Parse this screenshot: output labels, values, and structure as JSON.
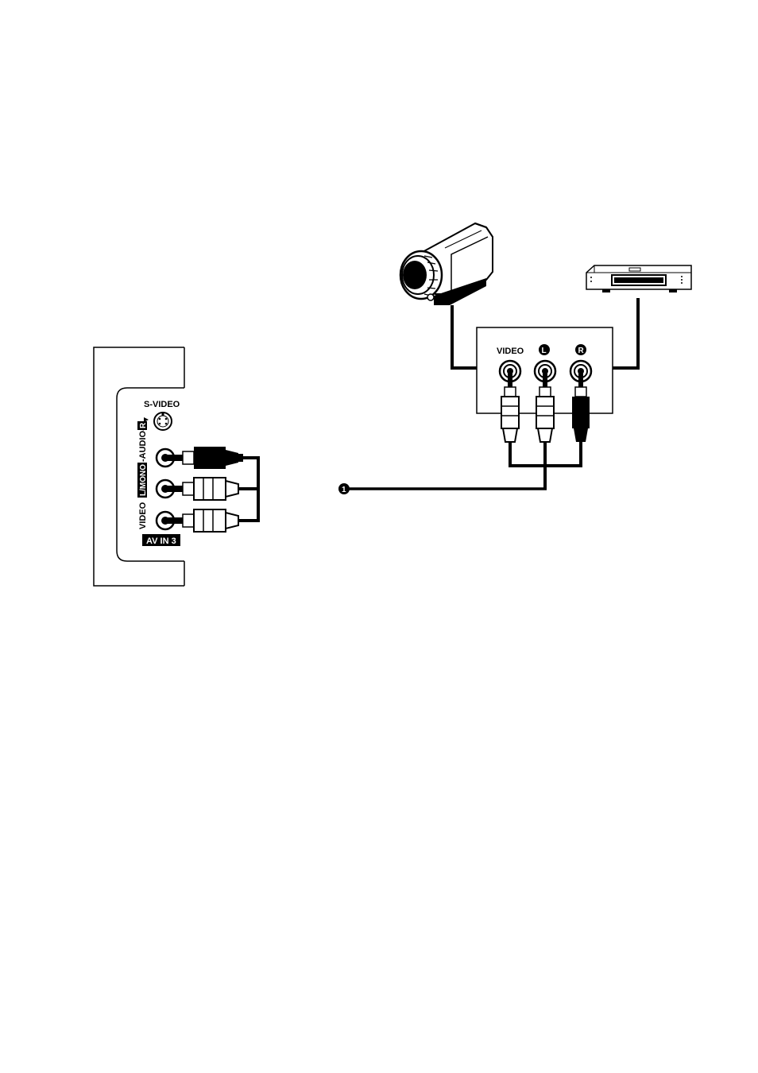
{
  "tv_panel": {
    "s_video_label": "S-VIDEO",
    "vertical_label": {
      "video": "VIDEO",
      "l_mono": "L/MONO",
      "audio": "-AUDIO-",
      "r": "R"
    },
    "av_in_label": "AV IN 3"
  },
  "source_box": {
    "video_label": "VIDEO",
    "left_badge": "L",
    "right_badge": "R"
  },
  "callout": {
    "number": "1"
  }
}
